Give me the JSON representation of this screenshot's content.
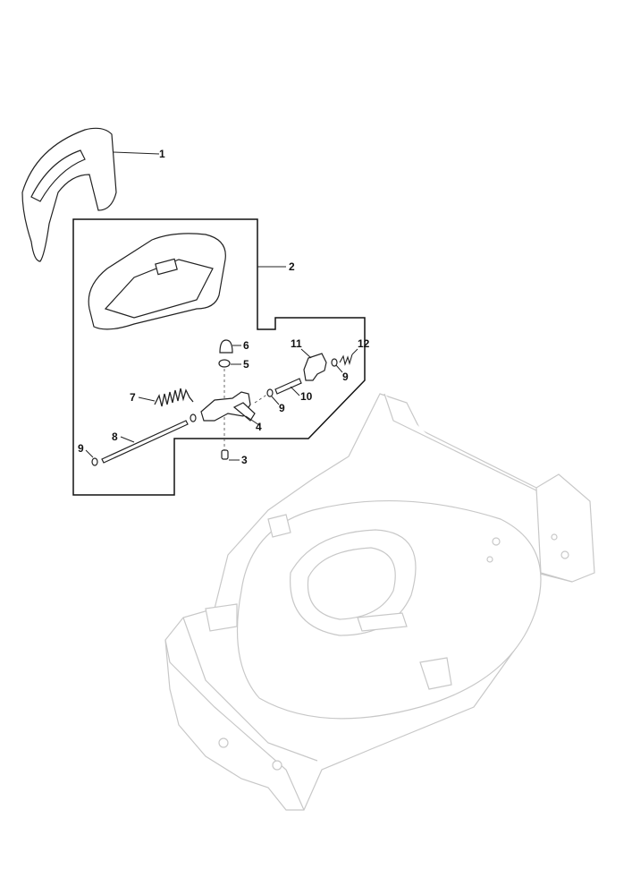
{
  "diagram": {
    "title": "Exploded parts view - handle cover and latch assembly",
    "callouts": {
      "c1": "1",
      "c2": "2",
      "c3": "3",
      "c4": "4",
      "c5": "5",
      "c6": "6",
      "c7": "7",
      "c8": "8",
      "c9a": "9",
      "c9b": "9",
      "c9c": "9",
      "c10": "10",
      "c11": "11",
      "c12": "12"
    },
    "colors": {
      "lines": "#222222",
      "deck": "#c8c8c8"
    }
  }
}
